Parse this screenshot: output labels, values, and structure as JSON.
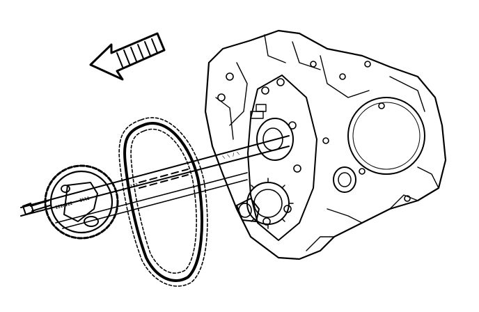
{
  "figure": {
    "marks": {
      "sprocket_small": "IIIHIII",
      "sprocket_mid": "Ill2",
      "shaft_a": "\\ \\ / \\",
      "shaft_b": "ll2"
    },
    "colors": {
      "ink": "#000000",
      "background": "#ffffff"
    },
    "icons": {
      "direction": "arrow-left-icon",
      "bolt": "bolt-icon"
    }
  }
}
